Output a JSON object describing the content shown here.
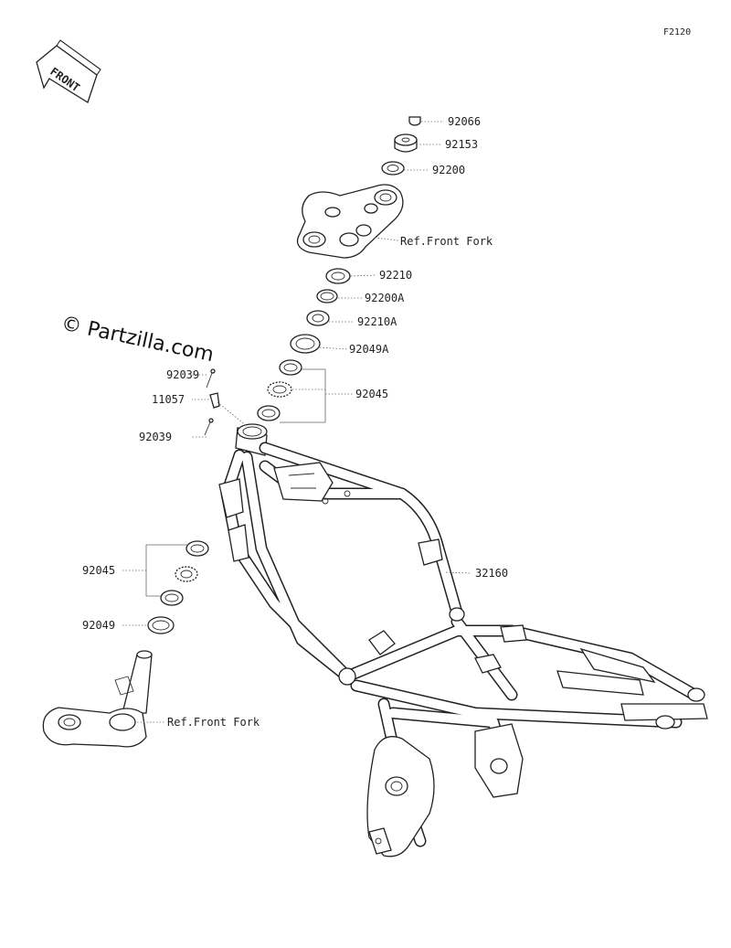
{
  "figure_code": "F2120",
  "front_label": "FRONT",
  "watermark": "© Partzilla.com",
  "callouts": {
    "p92066": "92066",
    "p92153": "92153",
    "p92200": "92200",
    "ref_front_fork_upper": "Ref.Front Fork",
    "p92210": "92210",
    "p92200A": "92200A",
    "p92210A": "92210A",
    "p92049A": "92049A",
    "p92045_upper": "92045",
    "p92039_upper": "92039",
    "p11057": "11057",
    "p92039_lower": "92039",
    "p32160": "32160",
    "p92045_lower": "92045",
    "p92049": "92049",
    "ref_front_fork_lower": "Ref.Front Fork"
  }
}
